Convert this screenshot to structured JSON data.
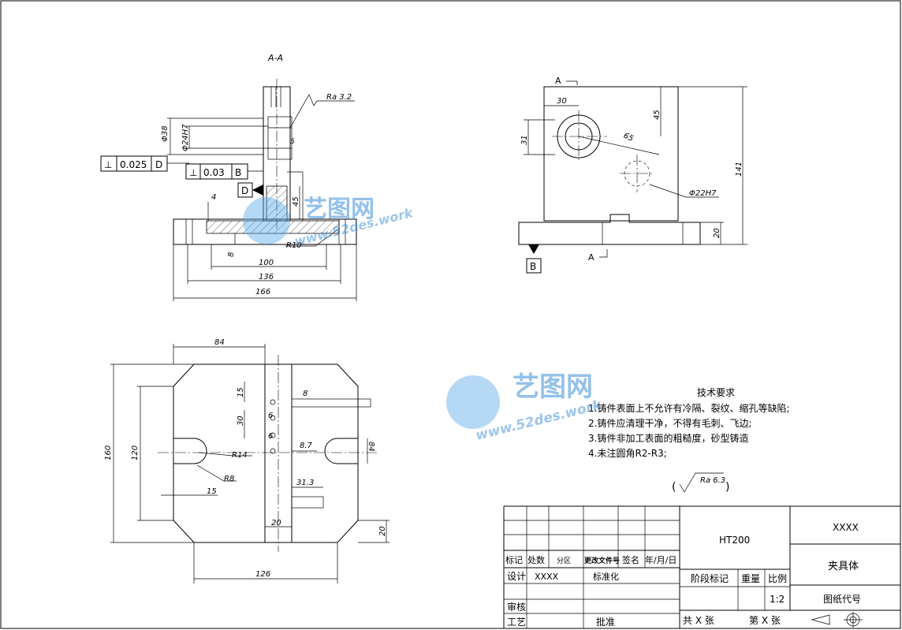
{
  "section_label": "A-A",
  "surface_finish": {
    "top": "Ra 3.2",
    "general": "Ra 6.3"
  },
  "datums": {
    "d": "D",
    "b": "B",
    "a": "A"
  },
  "tolerance_frames": [
    {
      "symbol": "⊥",
      "value": "0.025",
      "datum": "D"
    },
    {
      "symbol": "⊥",
      "value": "0.03",
      "datum": "B"
    }
  ],
  "section_dims": {
    "phi38": "Φ38",
    "phi24": "Φ24H7",
    "d4": "4",
    "d45": "45",
    "r10": "R10",
    "d8": "8",
    "d100": "100",
    "d136": "136",
    "d166": "166",
    "d5": "5"
  },
  "front_dims": {
    "d30": "30",
    "d45": "45",
    "d65": "65",
    "d31": "31",
    "phi22": "Φ22H7",
    "d141": "141",
    "d20": "20"
  },
  "plan_dims": {
    "d84": "84",
    "d160": "160",
    "d120": "120",
    "d15a": "15",
    "d30": "30",
    "d6a": "6",
    "d6b": "6",
    "d8b": "8",
    "r14": "R14",
    "d8_7": "8.7",
    "d84r": "84",
    "r8": "R8",
    "d15b": "15",
    "d31_3": "31.3",
    "d20a": "20",
    "d20b": "20",
    "d126": "126"
  },
  "tech_req": {
    "title": "技术要求",
    "items": [
      "1.铸件表面上不允许有冷隔、裂纹、缩孔等缺陷;",
      "2.铸件应清理干净，不得有毛刺、飞边;",
      "3.铸件非加工表面的粗糙度，砂型铸造",
      "4.未注圆角R2-R3;"
    ]
  },
  "title_block": {
    "material": "HT200",
    "company": "XXXX",
    "part_name": "夹具体",
    "drawing_no": "图纸代号",
    "headers": [
      "标记",
      "处数",
      "分区",
      "更改文件号",
      "签名",
      "年/月/日"
    ],
    "design": "设计",
    "design_value": "XXXX",
    "standard": "标准化",
    "stage_mark": "阶段标记",
    "weight": "重量",
    "scale": "比例",
    "scale_value": "1:2",
    "review": "审核",
    "process": "工艺",
    "approve": "批准",
    "sheets_total": "共 X 张",
    "sheet_no": "第 X 张"
  },
  "watermark": {
    "brand": "艺图网",
    "url": "www.52des.work"
  }
}
